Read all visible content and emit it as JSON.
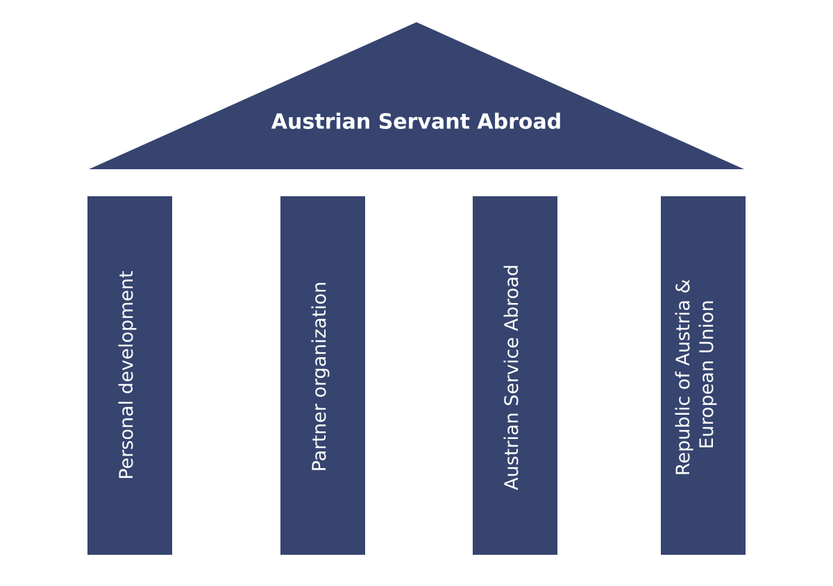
{
  "colors": {
    "fill": "#36446f",
    "text": "#ffffff",
    "background": "#ffffff"
  },
  "roof": {
    "label": "Austrian Servant Abroad"
  },
  "pillars": [
    {
      "lines": [
        "Personal development"
      ]
    },
    {
      "lines": [
        "Partner organization"
      ]
    },
    {
      "lines": [
        "Austrian Service Abroad"
      ]
    },
    {
      "lines": [
        "Republic of Austria &",
        "European Union"
      ]
    }
  ]
}
